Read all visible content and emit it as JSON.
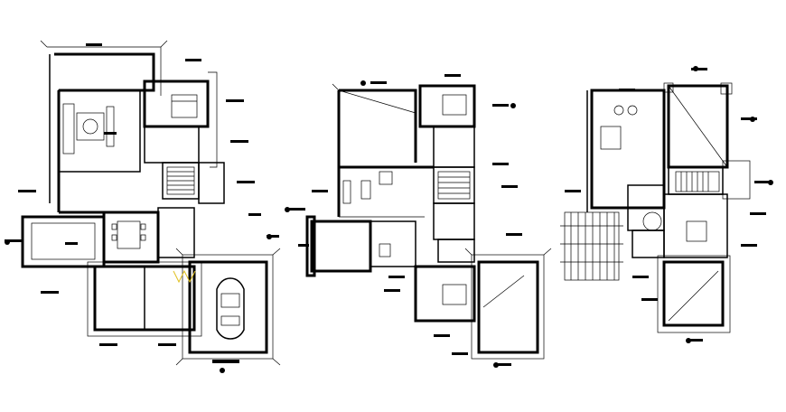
{
  "drawing": {
    "plans": [
      {
        "name": "ground-floor-plan"
      },
      {
        "name": "first-floor-plan"
      },
      {
        "name": "second-floor-plan"
      }
    ],
    "colors": {
      "line": "#000000",
      "background": "#ffffff",
      "highlight": "#e0c020"
    },
    "icons": [
      "car-icon",
      "sofa-icon",
      "bed-icon",
      "dining-table-icon",
      "stair-icon",
      "pergola-icon"
    ]
  }
}
